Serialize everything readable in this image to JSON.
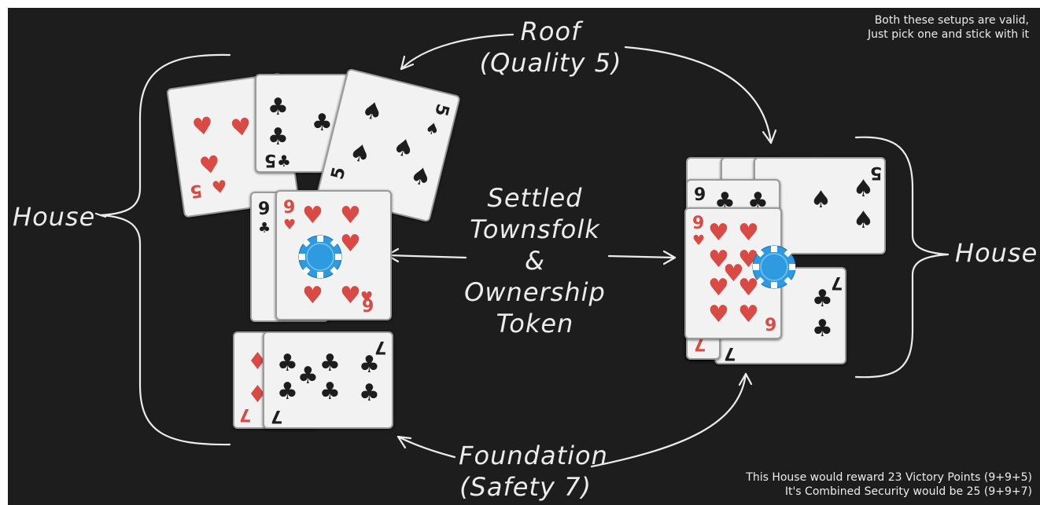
{
  "labels": {
    "roof": "Roof",
    "roof_quality": "(Quality 5)",
    "house_left": "House",
    "house_right": "House",
    "center_line1": "Settled",
    "center_line2": "Townsfolk",
    "center_line3": "&",
    "center_line4": "Ownership",
    "center_line5": "Token",
    "foundation": "Foundation",
    "foundation_safety": "(Safety 7)"
  },
  "notes": {
    "top_right_1": "Both these setups are valid,",
    "top_right_2": "Just pick one and stick with it",
    "bottom_right_1": "This House would reward 23 Victory Points (9+9+5)",
    "bottom_right_2": "It's Combined Security would be 25 (9+9+7)"
  },
  "cards": {
    "rank_five": "5",
    "rank_nine": "9",
    "rank_seven": "7",
    "suit_hearts": "♥",
    "suit_clubs": "♣",
    "suit_spades": "♠",
    "suit_diamonds": "♦"
  },
  "colors": {
    "background": "#1d1d1d",
    "text": "#ececec",
    "card_red": "#d94a45",
    "card_black": "#1d1d1d",
    "token": "#2e9be0"
  },
  "icons": [
    "ownership-token-chip"
  ]
}
